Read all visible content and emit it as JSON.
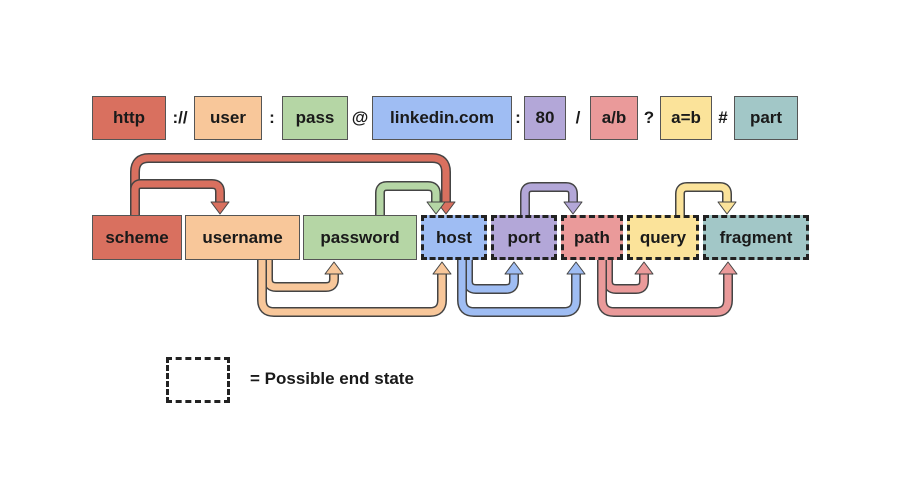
{
  "url_example": {
    "scheme": "http",
    "sep_scheme": "://",
    "user": "user",
    "sep_colon_1": ":",
    "pass": "pass",
    "sep_at": "@",
    "host": "linkedin.com",
    "sep_colon_2": ":",
    "port": "80",
    "sep_slash": "/",
    "path": "a/b",
    "sep_question": "?",
    "query": "a=b",
    "sep_hash": "#",
    "fragment": "part"
  },
  "states": {
    "scheme": "scheme",
    "username": "username",
    "password": "password",
    "host": "host",
    "port": "port",
    "path": "path",
    "query": "query",
    "fragment": "fragment"
  },
  "legend": {
    "text": "= Possible end state"
  },
  "colors": {
    "scheme": "#d9705f",
    "user": "#f8c79a",
    "pass": "#b5d6a5",
    "host": "#9fbdf3",
    "port": "#b3a7d8",
    "path": "#ea9a9a",
    "query": "#fbe39a",
    "fragment": "#a2c7c7"
  }
}
